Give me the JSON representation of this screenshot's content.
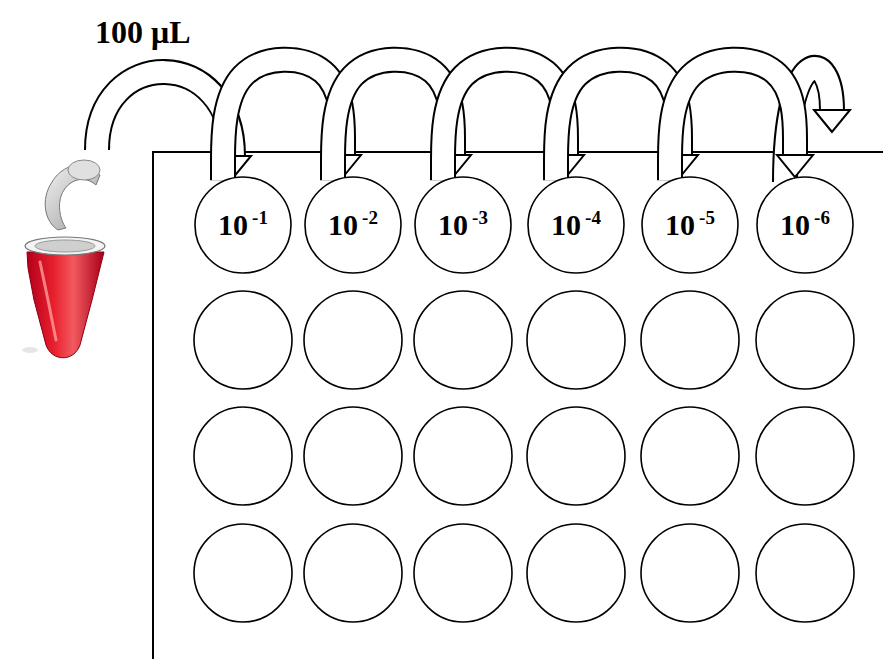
{
  "diagram": {
    "nodes": [
      {
        "text": [
          "10",
          "-1"
        ]
      },
      {
        "text": [
          "10",
          "-2"
        ]
      },
      {
        "text": [
          "10",
          "-3"
        ]
      },
      {
        "text": [
          "10",
          "-4"
        ]
      },
      {
        "text": [
          "10",
          "-5"
        ]
      },
      {
        "text": [
          "10",
          "-6"
        ]
      }
    ],
    "edges": [
      {
        "from": 0,
        "to": 1,
        "arrow": "to"
      },
      {
        "from": 1,
        "to": 2,
        "arrow": "to"
      },
      {
        "from": 2,
        "to": 3,
        "arrow": "to"
      },
      {
        "from": 3,
        "to": 4,
        "arrow": "to"
      },
      {
        "from": 4,
        "to": 5,
        "arrow": "to"
      }
    ],
    "labels": [
      "100 μL"
    ]
  }
}
